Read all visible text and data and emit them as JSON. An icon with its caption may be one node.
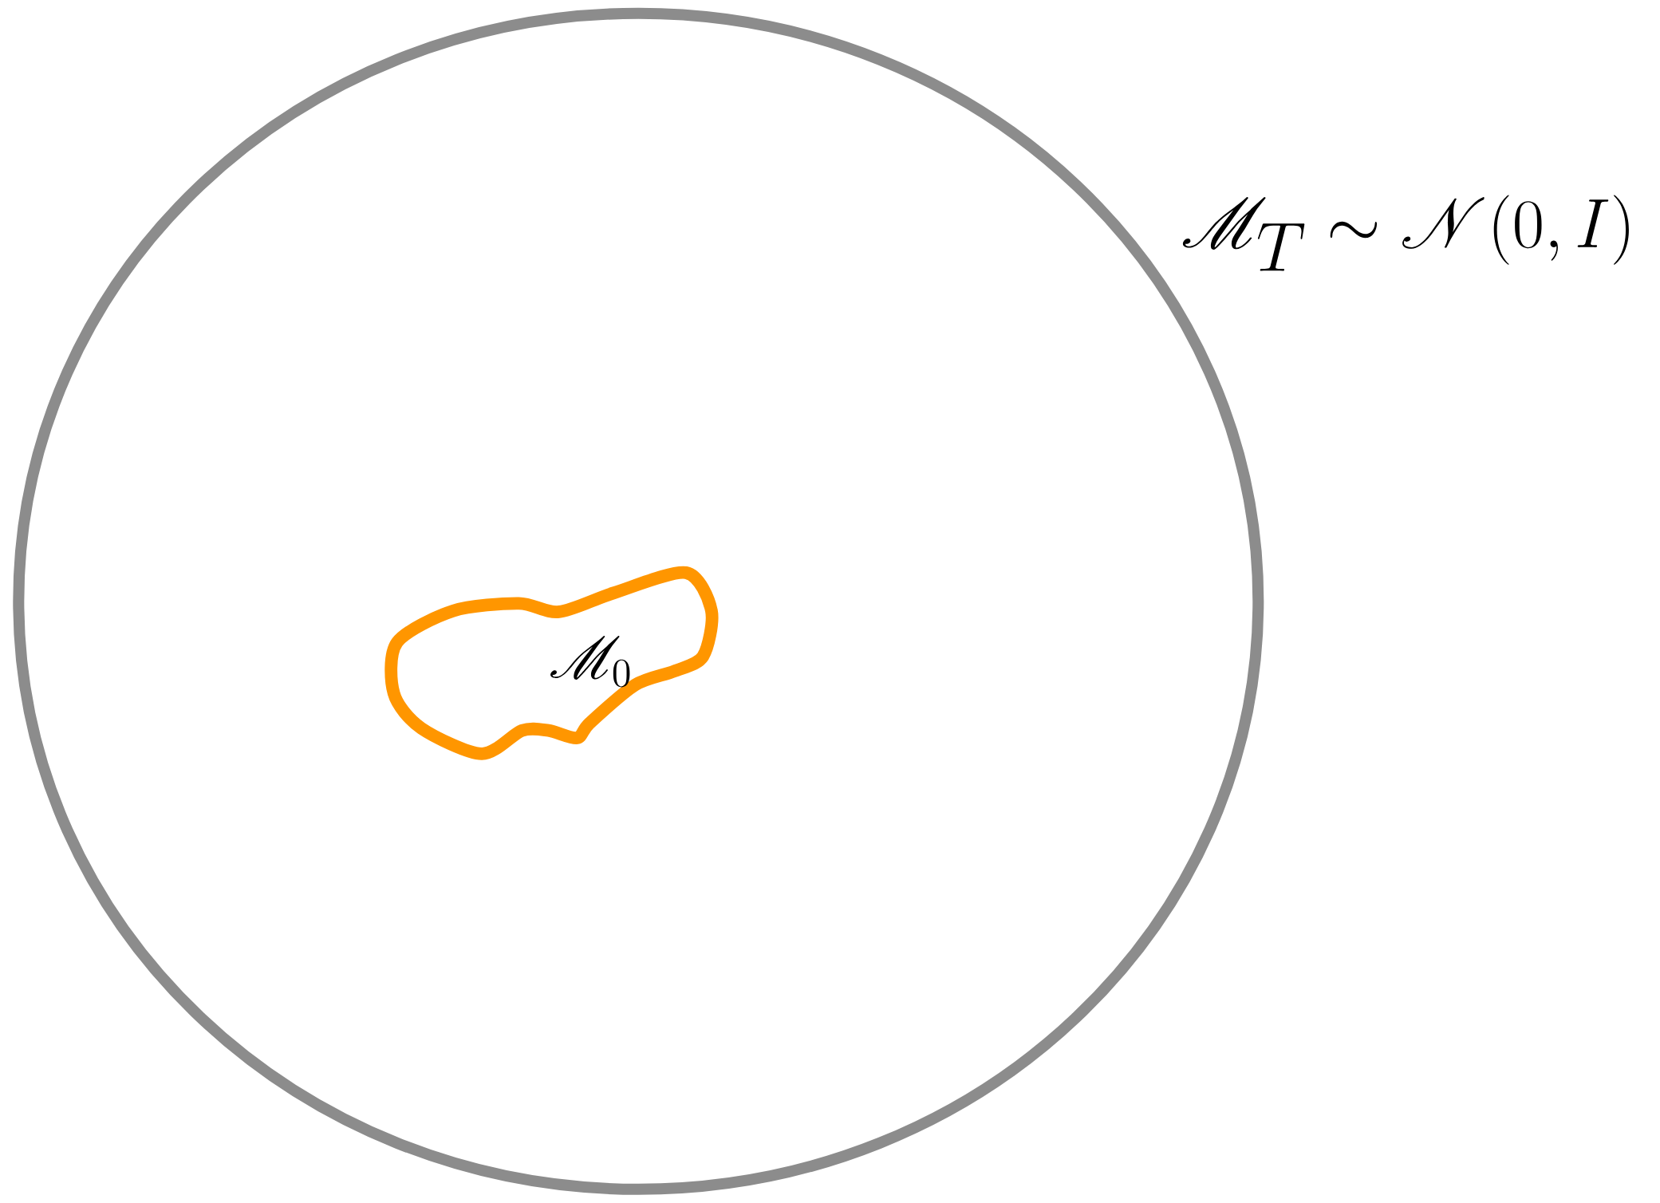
{
  "diagram": {
    "nodes": [
      {
        "text": [
          "\\mathscr{M}_T \\sim \\mathscr{N}(0,I)"
        ]
      },
      {
        "text": [
          "\\mathscr{M}_0"
        ],
        "in": 0
      }
    ]
  }
}
